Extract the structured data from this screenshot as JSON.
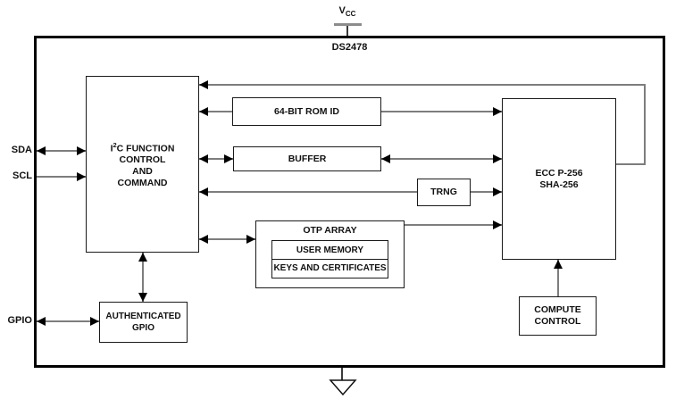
{
  "colors": {
    "background": "#ffffff",
    "ink": "#111111",
    "box_border": "#1a1a1a",
    "outer_border": "#000000",
    "connector_gray": "#7d7d7d",
    "arrowhead_black": "#000000",
    "power_rail_gray": "#8c8c8c"
  },
  "diagram": {
    "title": "DS2478",
    "power": {
      "prefix": "V",
      "sub": "CC"
    },
    "pins": {
      "sda": "SDA",
      "scl": "SCL",
      "gpio": "GPIO"
    },
    "blocks": {
      "i2c": {
        "line1_pre": "I",
        "line1_sup": "2",
        "line1_post": "C FUNCTION",
        "line2": "CONTROL",
        "line3": "AND",
        "line4": "COMMAND"
      },
      "rom": {
        "label": "64-BIT ROM ID"
      },
      "buffer": {
        "label": "BUFFER"
      },
      "trng": {
        "label": "TRNG"
      },
      "otp": {
        "title": "OTP ARRAY",
        "user_memory": "USER MEMORY",
        "keys": "KEYS AND CERTIFICATES"
      },
      "ecc": {
        "line1": "ECC P-256",
        "line2": "SHA-256"
      },
      "auth_gpio": {
        "line1": "AUTHENTICATED",
        "line2": "GPIO"
      },
      "compute": {
        "line1": "COMPUTE",
        "line2": "CONTROL"
      }
    }
  }
}
